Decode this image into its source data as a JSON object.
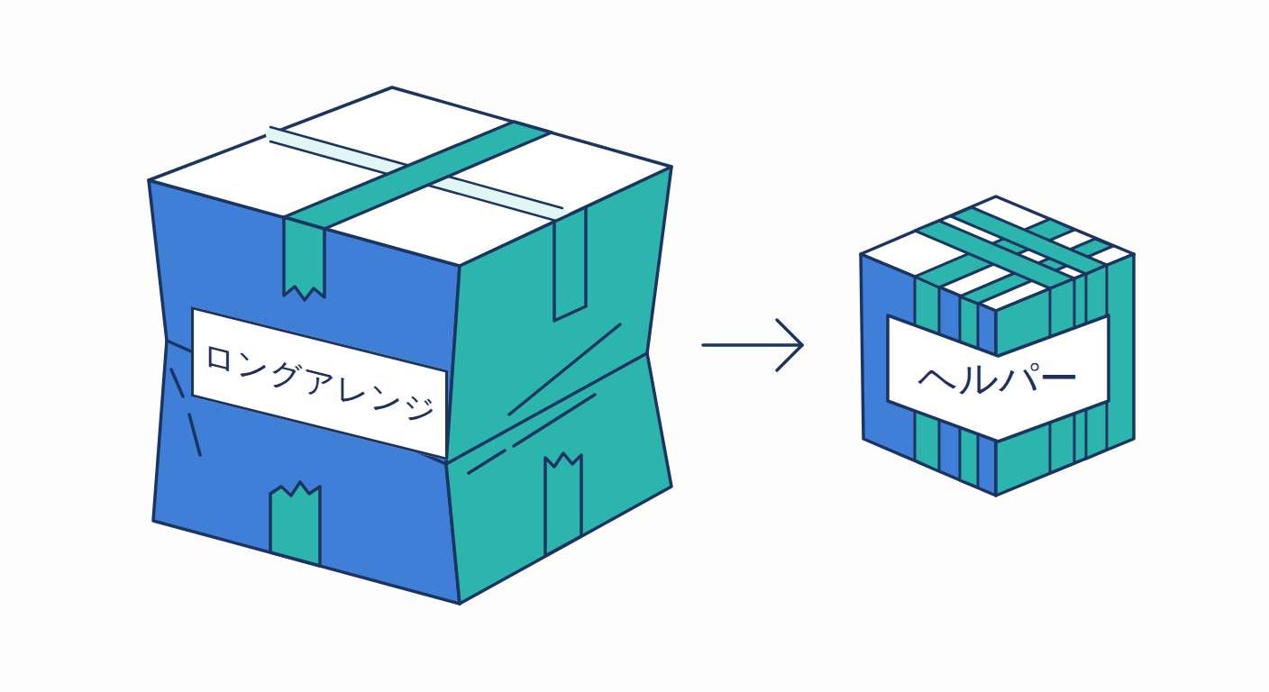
{
  "diagram": {
    "nodes": [
      {
        "text": [
          "ロングアレンジ"
        ]
      },
      {
        "text": [
          "ヘルパー"
        ]
      }
    ],
    "edges": [
      {
        "from": 0,
        "to": 1,
        "arrow": "to"
      }
    ]
  }
}
